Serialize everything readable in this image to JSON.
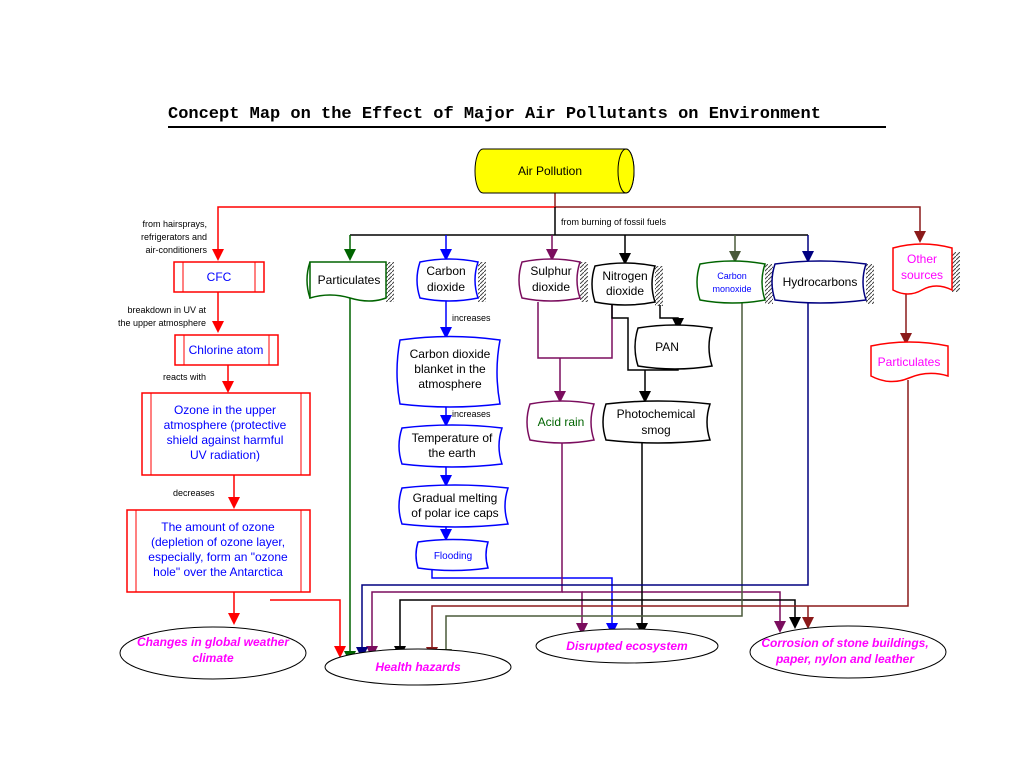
{
  "title": "Concept Map on the Effect of Major Air Pollutants on Environment",
  "nodes": {
    "air_pollution": "Air Pollution",
    "cfc": "CFC",
    "chlorine_atom": "Chlorine atom",
    "ozone_upper": [
      "Ozone in the upper",
      "atmosphere (protective",
      "shield against harmful",
      "UV radiation)"
    ],
    "amount_ozone": [
      "The amount of ozone",
      "(depletion of ozone layer,",
      "especially, form an \"ozone",
      "hole\" over the Antarctica"
    ],
    "particulates": "Particulates",
    "carbon_dioxide": [
      "Carbon",
      "dioxide"
    ],
    "co2_blanket": [
      "Carbon dioxide",
      "blanket in the",
      "atmosphere"
    ],
    "temperature": [
      "Temperature of",
      "the earth"
    ],
    "melting": [
      "Gradual melting",
      "of polar ice caps"
    ],
    "flooding": "Flooding",
    "sulphur_dioxide": [
      "Sulphur",
      "dioxide"
    ],
    "acid_rain": "Acid rain",
    "nitrogen_dioxide": [
      "Nitrogen",
      "dioxide"
    ],
    "pan": "PAN",
    "smog": [
      "Photochemical",
      "smog"
    ],
    "carbon_monoxide": [
      "Carbon",
      "monoxide"
    ],
    "hydrocarbons": "Hydrocarbons",
    "other_sources": [
      "Other",
      "sources"
    ],
    "particulates2": "Particulates",
    "climate": [
      "Changes in global weather",
      "climate"
    ],
    "health": "Health hazards",
    "ecosystem": "Disrupted ecosystem",
    "corrosion": [
      "Corrosion of stone buildings,",
      "paper, nylon and leather"
    ]
  },
  "edge_labels": {
    "hairsprays": [
      "from hairsprays,",
      "refrigerators and",
      "air-conditioners"
    ],
    "fossil": "from burning of fossil fuels",
    "breakdown": [
      "breakdown in UV at",
      "the upper atmosphere"
    ],
    "reacts": "reacts with",
    "decreases": "decreases",
    "increases1": "increases",
    "increases2": "increases"
  },
  "colors": {
    "red": "#ff0000",
    "blue": "#0000ff",
    "green": "#006400",
    "purple": "#7b0d5e",
    "black": "#000000",
    "olive": "#4a5a3a",
    "navy": "#000080",
    "brown": "#8b1a1a",
    "magenta": "#ff00ff",
    "yellow": "#ffff00"
  }
}
